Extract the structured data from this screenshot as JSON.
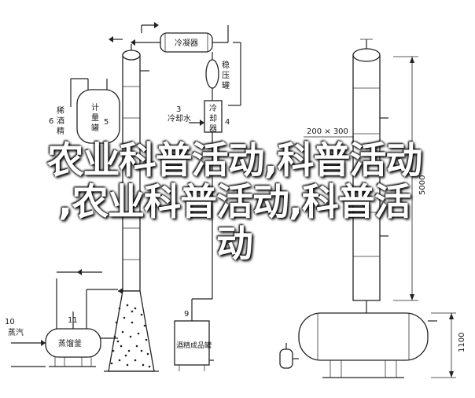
{
  "labels": {
    "condenser": "冷凝器",
    "cooling_water_num": "3",
    "cooling_water": "冷却水",
    "stabilizer_1": "稳",
    "stabilizer_2": "压",
    "stabilizer_3": "罐",
    "cooler_1": "冷",
    "cooler_2": "却",
    "cooler_3": "器",
    "cooler_num": "4",
    "dilute_1": "稀",
    "dilute_2": "酒",
    "dilute_3": "精",
    "dilute_num": "6",
    "meter_1": "计",
    "meter_2": "量",
    "meter_3": "罐",
    "meter_num": "5",
    "steam_num": "10",
    "steam": "蒸汽",
    "distill_num": "11",
    "distill_tank": "蒸馏釜",
    "product_num": "9",
    "product_tank": "酒精成品罐",
    "dim_section": "200 × 300",
    "dim_height": "5000",
    "dim_tank": "1100"
  },
  "overlay": {
    "line1": "农业科普活动,科普活动",
    "line2": ",农业科普活动,科普活",
    "line3": "动"
  },
  "colors": {
    "line": "#222222",
    "overlay_text": "#ffffff",
    "background": "#ffffff"
  }
}
